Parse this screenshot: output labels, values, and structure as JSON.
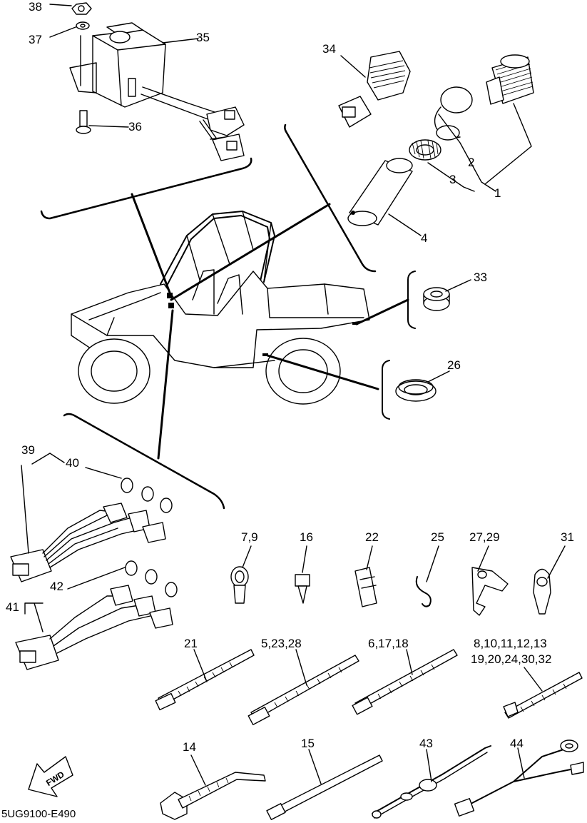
{
  "diagram": {
    "drawing_code": "5UG9100-E490",
    "fwd_label": "FWD",
    "callouts": [
      {
        "id": "c1",
        "text": "1"
      },
      {
        "id": "c2",
        "text": "2"
      },
      {
        "id": "c3",
        "text": "3"
      },
      {
        "id": "c4",
        "text": "4"
      },
      {
        "id": "c14",
        "text": "14"
      },
      {
        "id": "c15",
        "text": "15"
      },
      {
        "id": "c16",
        "text": "16"
      },
      {
        "id": "c21",
        "text": "21"
      },
      {
        "id": "c22",
        "text": "22"
      },
      {
        "id": "c25",
        "text": "25"
      },
      {
        "id": "c26",
        "text": "26"
      },
      {
        "id": "c31",
        "text": "31"
      },
      {
        "id": "c33",
        "text": "33"
      },
      {
        "id": "c34",
        "text": "34"
      },
      {
        "id": "c35",
        "text": "35"
      },
      {
        "id": "c36",
        "text": "36"
      },
      {
        "id": "c37",
        "text": "37"
      },
      {
        "id": "c38",
        "text": "38"
      },
      {
        "id": "c39",
        "text": "39"
      },
      {
        "id": "c40",
        "text": "40"
      },
      {
        "id": "c41",
        "text": "41"
      },
      {
        "id": "c42",
        "text": "42"
      },
      {
        "id": "c43",
        "text": "43"
      },
      {
        "id": "c44",
        "text": "44"
      },
      {
        "id": "c7_9",
        "text": "7,9"
      },
      {
        "id": "c27_29",
        "text": "27,29"
      },
      {
        "id": "c5_23_28",
        "text": "5,23,28"
      },
      {
        "id": "c6_17_18",
        "text": "6,17,18"
      },
      {
        "id": "c8_13",
        "text": "8,10,11,12,13"
      },
      {
        "id": "c19_32",
        "text": "19,20,24,30,32"
      }
    ]
  }
}
